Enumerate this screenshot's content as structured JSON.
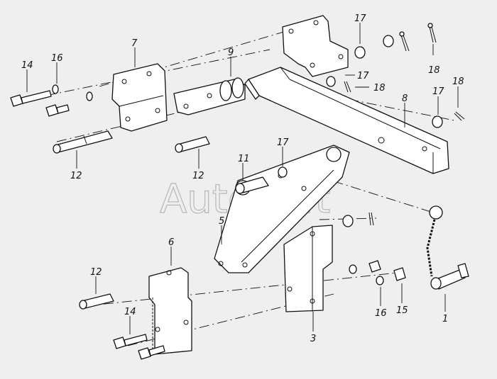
{
  "watermark": "AutoSoft",
  "callouts": [
    {
      "id": "c14a",
      "text": "14"
    },
    {
      "id": "c16a",
      "text": "16"
    },
    {
      "id": "c7",
      "text": "7"
    },
    {
      "id": "c9",
      "text": "9"
    },
    {
      "id": "c17a",
      "text": "17"
    },
    {
      "id": "c18a",
      "text": "18"
    },
    {
      "id": "c17b",
      "text": "17"
    },
    {
      "id": "c18b",
      "text": "18"
    },
    {
      "id": "c8",
      "text": "8"
    },
    {
      "id": "c17c",
      "text": "17"
    },
    {
      "id": "c18c",
      "text": "18"
    },
    {
      "id": "c12a",
      "text": "12"
    },
    {
      "id": "c12b",
      "text": "12"
    },
    {
      "id": "c11",
      "text": "11"
    },
    {
      "id": "c17d",
      "text": "17"
    },
    {
      "id": "c5",
      "text": "5"
    },
    {
      "id": "c6",
      "text": "6"
    },
    {
      "id": "c12c",
      "text": "12"
    },
    {
      "id": "c14b",
      "text": "14"
    },
    {
      "id": "c3",
      "text": "3"
    },
    {
      "id": "c16b",
      "text": "16"
    },
    {
      "id": "c15",
      "text": "15"
    },
    {
      "id": "c1",
      "text": "1"
    }
  ]
}
